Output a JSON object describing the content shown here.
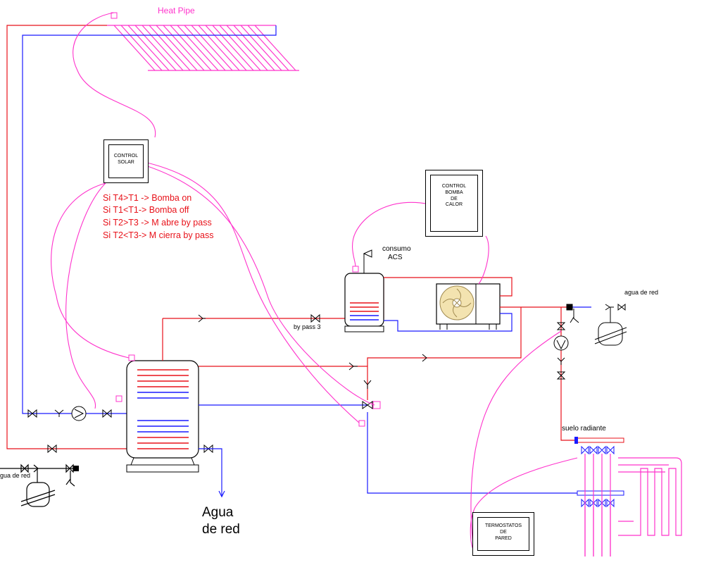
{
  "labels": {
    "heat_pipe": "Heat Pipe",
    "consumo": "consumo",
    "acs": "ACS",
    "by_pass_3": "by pass 3",
    "agua_de_red_right": "agua de red",
    "agua_de_red_left": "gua de red",
    "suelo_radiante": "suelo radiante",
    "agua_de_red_big_1": "Agua",
    "agua_de_red_big_2": "de red"
  },
  "controls": {
    "solar": {
      "line1": "CONTROL",
      "line2": "SOLAR"
    },
    "bomba": {
      "line1": "CONTROL",
      "line2": "BOMBA",
      "line3": "DE",
      "line4": "CALOR"
    },
    "termostatos": {
      "line1": "TERMOSTATOS",
      "line2": "DE",
      "line3": "PARED"
    }
  },
  "rules": [
    "Si T4>T1 -> Bomba on",
    "Si T1<T1-> Bomba off",
    "Si T2>T3 -> M abre by pass",
    "Si T2<T3-> M cierra by pass"
  ],
  "colors": {
    "hot_pipe": "#e8121a",
    "cold_pipe": "#1a1aff",
    "signal_wire": "#ff33cc",
    "text_rules": "#e8121a"
  }
}
